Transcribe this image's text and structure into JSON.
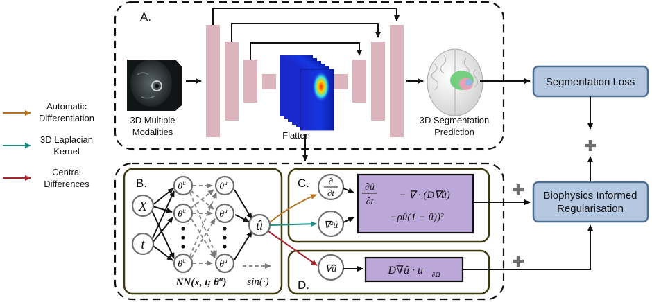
{
  "panel_labels": {
    "a": "A.",
    "b": "B.",
    "c": "C.",
    "d": "D."
  },
  "legend": {
    "auto_diff": {
      "line1": "Automatic",
      "line2": "Differentiation",
      "color": "#b8731f"
    },
    "laplacian": {
      "line1": "3D Laplacian",
      "line2": "Kernel",
      "color": "#1f8a80"
    },
    "central": {
      "line1": "Central",
      "line2": "Differences",
      "color": "#a8262e"
    }
  },
  "labels": {
    "input_line1": "3D Multiple",
    "input_line2": "Modalities",
    "flatten": "Flatten",
    "prediction_line1": "3D Segmentation",
    "prediction_line2": "Prediction"
  },
  "boxes": {
    "seg_loss": "Segmentation Loss",
    "bio_line1": "Biophysics Informed",
    "bio_line2": "Regularisation"
  },
  "nn": {
    "input_x": "X",
    "input_t": "t",
    "theta": "θ",
    "theta_sup": "u",
    "output": "û",
    "caption_main": "NN(x, t; θ",
    "caption_sup": "u",
    "caption_end": ")",
    "dashed_legend": "sin(·)"
  },
  "ops": {
    "dt_num": "∂",
    "dt_den": "∂t",
    "laplacian": "∇²û",
    "grad": "∇û"
  },
  "pde": {
    "frac_num": "∂û",
    "frac_den": "∂t",
    "term1": "− ∇ · (D∇û)",
    "term2": "−ρû(1 − û))²"
  },
  "boundary": {
    "expr": "D∇û · u⃗",
    "sub": "∂Ω"
  },
  "plus_symbol": "✚",
  "colors": {
    "pink": "#dcb4be",
    "op_fill": "#bba8d9",
    "box_fill": "#b4c8e1",
    "box_stroke": "#4e6f8f",
    "panel_stroke": "#3d3a10",
    "node_stroke": "#6f6f6f"
  }
}
